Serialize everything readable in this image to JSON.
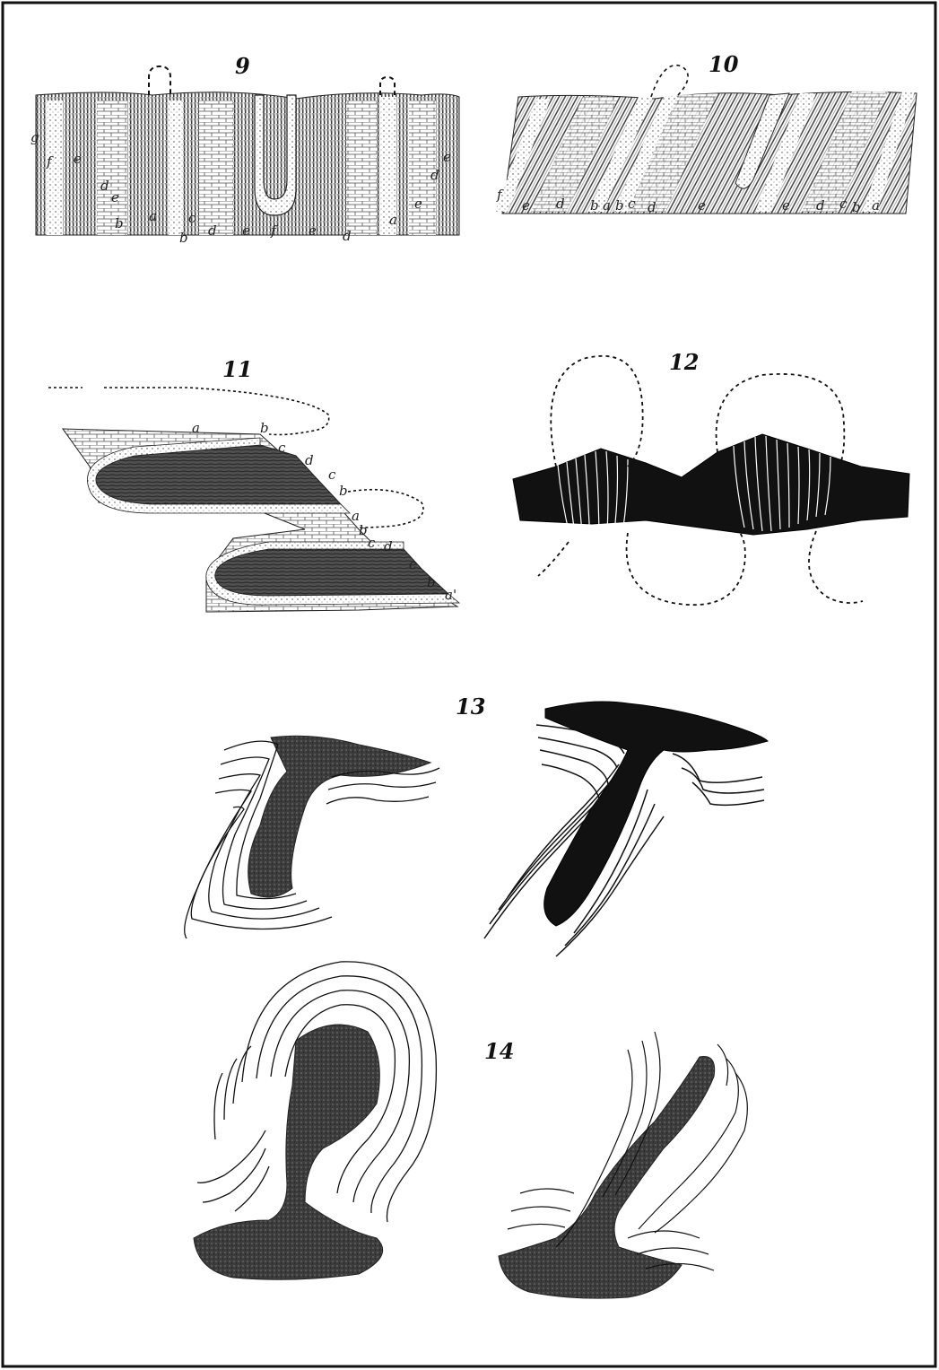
{
  "plate": {
    "figures": [
      {
        "id": "fig9",
        "number": "9",
        "labels": [
          "g",
          "f",
          "e",
          "d",
          "e",
          "b",
          "a",
          "b",
          "c",
          "d",
          "e",
          "f",
          "e",
          "d",
          "a",
          "e",
          "d",
          "e"
        ]
      },
      {
        "id": "fig10",
        "number": "10",
        "labels": [
          "f",
          "e",
          "d",
          "b",
          "a",
          "b",
          "c",
          "d",
          "e",
          "e",
          "d",
          "c",
          "b",
          "a"
        ]
      },
      {
        "id": "fig11",
        "number": "11",
        "labels": [
          "a",
          "b",
          "c",
          "d",
          "c",
          "b",
          "a",
          "b",
          "c",
          "d",
          "c",
          "b",
          "a'"
        ]
      },
      {
        "id": "fig12",
        "number": "12",
        "labels": []
      },
      {
        "id": "fig13",
        "number": "13",
        "labels": []
      },
      {
        "id": "fig14",
        "number": "14",
        "labels": []
      }
    ]
  }
}
